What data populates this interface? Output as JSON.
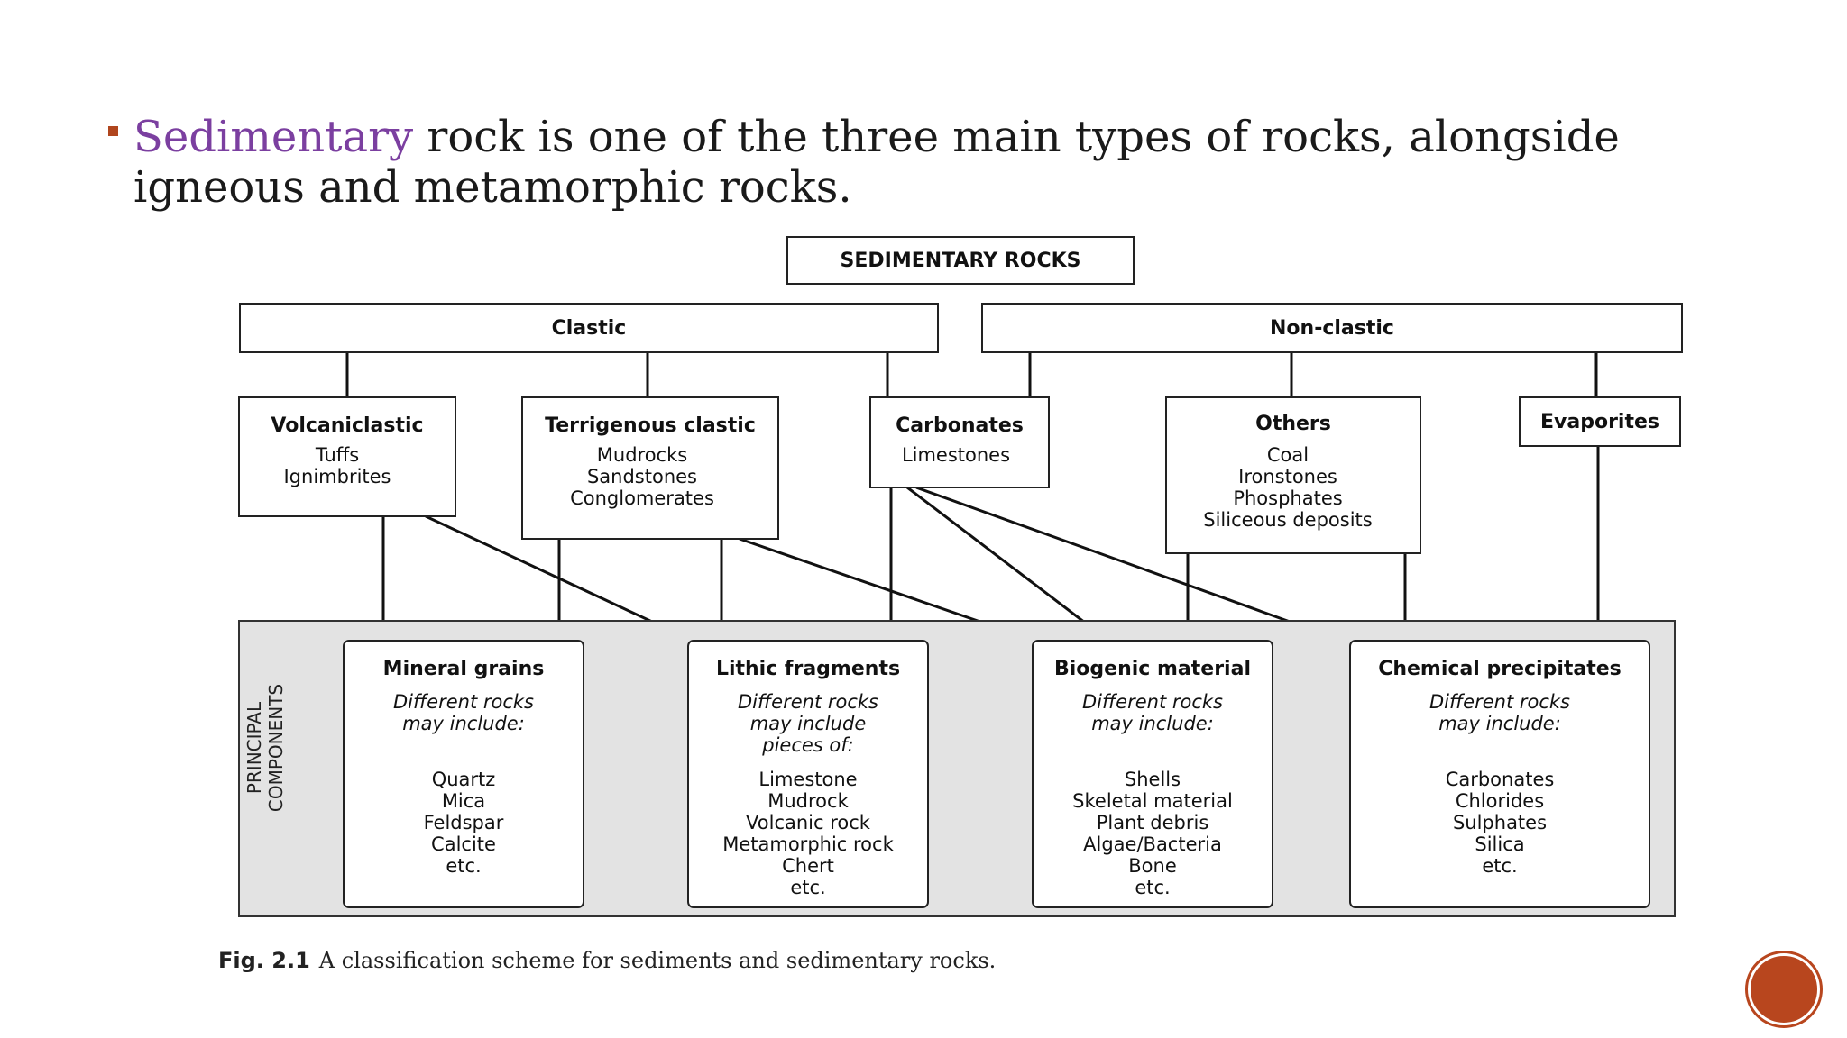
{
  "slide": {
    "bullet_highlight": "Sedimentary",
    "bullet_rest": " rock is one of the three main types of rocks, alongside igneous and metamorphic rocks."
  },
  "diagram": {
    "root": "SEDIMENTARY ROCKS",
    "groups": {
      "clastic": "Clastic",
      "nonclastic": "Non-clastic"
    },
    "types": {
      "volcaniclastic": {
        "title": "Volcaniclastic",
        "items": [
          "Tuffs",
          "Ignimbrites"
        ]
      },
      "terrigenous": {
        "title": "Terrigenous clastic",
        "items": [
          "Mudrocks",
          "Sandstones",
          "Conglomerates"
        ]
      },
      "carbonates": {
        "title": "Carbonates",
        "items": [
          "Limestones"
        ]
      },
      "others": {
        "title": "Others",
        "items": [
          "Coal",
          "Ironstones",
          "Phosphates",
          "Siliceous deposits"
        ]
      },
      "evaporites": {
        "title": "Evaporites",
        "items": []
      }
    },
    "panel_label": [
      "PRINCIPAL",
      "COMPONENTS"
    ],
    "components": {
      "mineral": {
        "title": "Mineral grains",
        "desc": [
          "Different rocks",
          "may include:"
        ],
        "items": [
          "Quartz",
          "Mica",
          "Feldspar",
          "Calcite",
          "etc."
        ]
      },
      "lithic": {
        "title": "Lithic fragments",
        "desc": [
          "Different rocks",
          "may include",
          "pieces of:"
        ],
        "items": [
          "Limestone",
          "Mudrock",
          "Volcanic rock",
          "Metamorphic rock",
          "Chert",
          "etc."
        ]
      },
      "biogenic": {
        "title": "Biogenic material",
        "desc": [
          "Different rocks",
          "may include:"
        ],
        "items": [
          "Shells",
          "Skeletal material",
          "Plant debris",
          "Algae/Bacteria",
          "Bone",
          "etc."
        ]
      },
      "chemical": {
        "title": "Chemical precipitates",
        "desc": [
          "Different rocks",
          "may include:"
        ],
        "items": [
          "Carbonates",
          "Chlorides",
          "Sulphates",
          "Silica",
          "etc."
        ]
      }
    }
  },
  "caption": {
    "fig": "Fig. 2.1",
    "text": "A classification scheme for sediments and sedimentary rocks."
  },
  "colors": {
    "accent": "#7b3fa0",
    "bullet": "#b0461e",
    "nav": "#b8461e",
    "panel": "#e3e3e3"
  }
}
